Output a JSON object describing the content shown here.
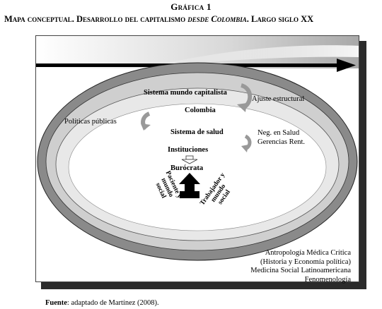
{
  "figure": {
    "label": "Gráfica 1",
    "title_part1": "Mapa conceptual. Desarrollo del capitalismo ",
    "title_italic1": "desde Colombia",
    "title_part2": ". Largo siglo XX"
  },
  "rings": {
    "outer": "Sistema mundo capitalista",
    "middle": "Colombia",
    "inner": "Sistema de salud"
  },
  "side_labels": {
    "ajuste": "Ajuste estructural",
    "politicas": "Políticas públicas",
    "neg_line1": "Neg. en Salud",
    "neg_line2": "Gerencias Rent."
  },
  "center": {
    "instituciones": "Instituciones",
    "burocrata": "Burócrata",
    "paciente_line1": "Paciente y",
    "paciente_line2": "mundo",
    "paciente_line3": "social",
    "trabajador_line1": "Trabajador y",
    "trabajador_line2": "mundo",
    "trabajador_line3": "social"
  },
  "approaches": [
    "Antropología Médica Crítica",
    "(Historia y Economía política)",
    "Medicina Social Latinoamericana",
    "Fenomenología"
  ],
  "source": {
    "label": "Fuente",
    "text": ": adaptado de Martínez (2008)."
  }
}
